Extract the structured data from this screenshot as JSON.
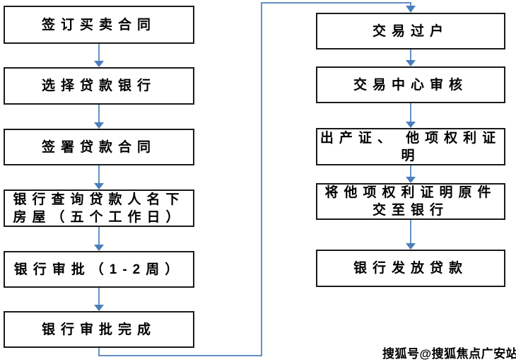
{
  "flowchart": {
    "left_column": [
      {
        "label": "签订买卖合同"
      },
      {
        "label": "选择贷款银行"
      },
      {
        "label": "签署贷款合同"
      },
      {
        "label": "银行查询贷款人名下房屋（五个工作日）"
      },
      {
        "label": "银行审批（1-2周）"
      },
      {
        "label": "银行审批完成"
      }
    ],
    "right_column": [
      {
        "label": "交易过户"
      },
      {
        "label": "交易中心审核"
      },
      {
        "label": "出产证、 他项权利证明"
      },
      {
        "label": "将他项权利证明原件交至银行"
      },
      {
        "label": "银行发放贷款"
      }
    ],
    "colors": {
      "arrow": "#4a7ebb",
      "box_border": "#1a1a1a",
      "box_text": "#000000",
      "background": "#ffffff"
    }
  },
  "watermark": {
    "text": "搜狐号@搜狐焦点广安站"
  }
}
